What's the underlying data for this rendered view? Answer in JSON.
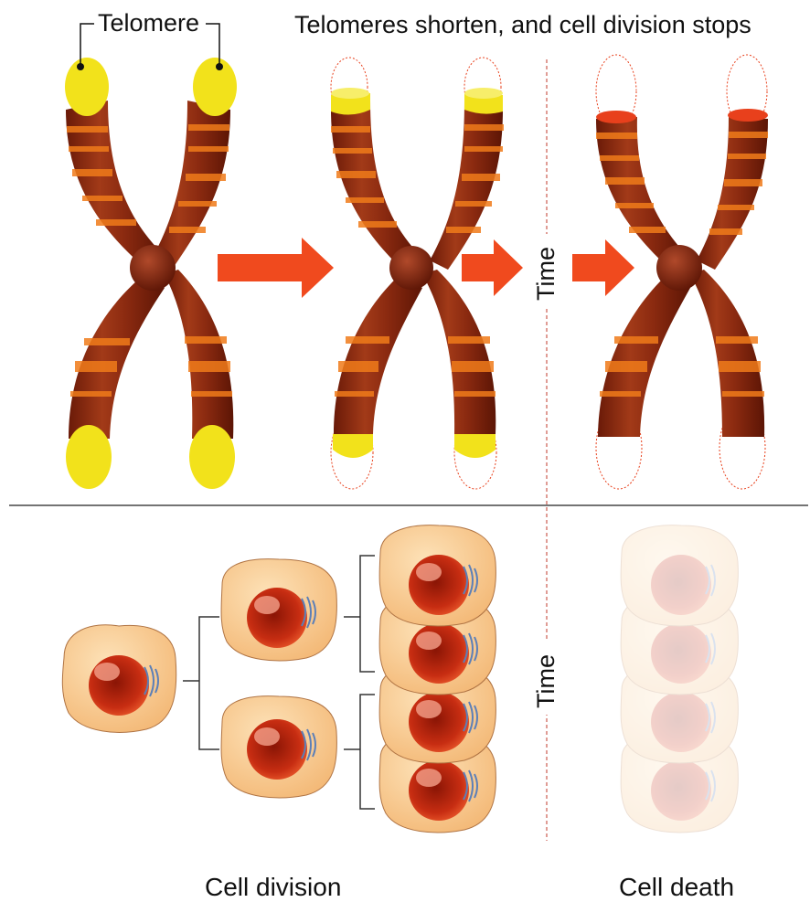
{
  "labels": {
    "title": "Telomeres shorten, and cell division stops",
    "telomere": "Telomere",
    "time_top": "Time",
    "time_bottom": "Time",
    "cell_division": "Cell division",
    "cell_death": "Cell death"
  },
  "colors": {
    "chromatid": "#8b2a10",
    "band_orange": "#f07b1a",
    "telomere_yellow": "#f2e21b",
    "telomere_red": "#e8401c",
    "arrow": "#f04a1e",
    "cell": "#f9c98d",
    "nucleus": "#c82a10"
  }
}
